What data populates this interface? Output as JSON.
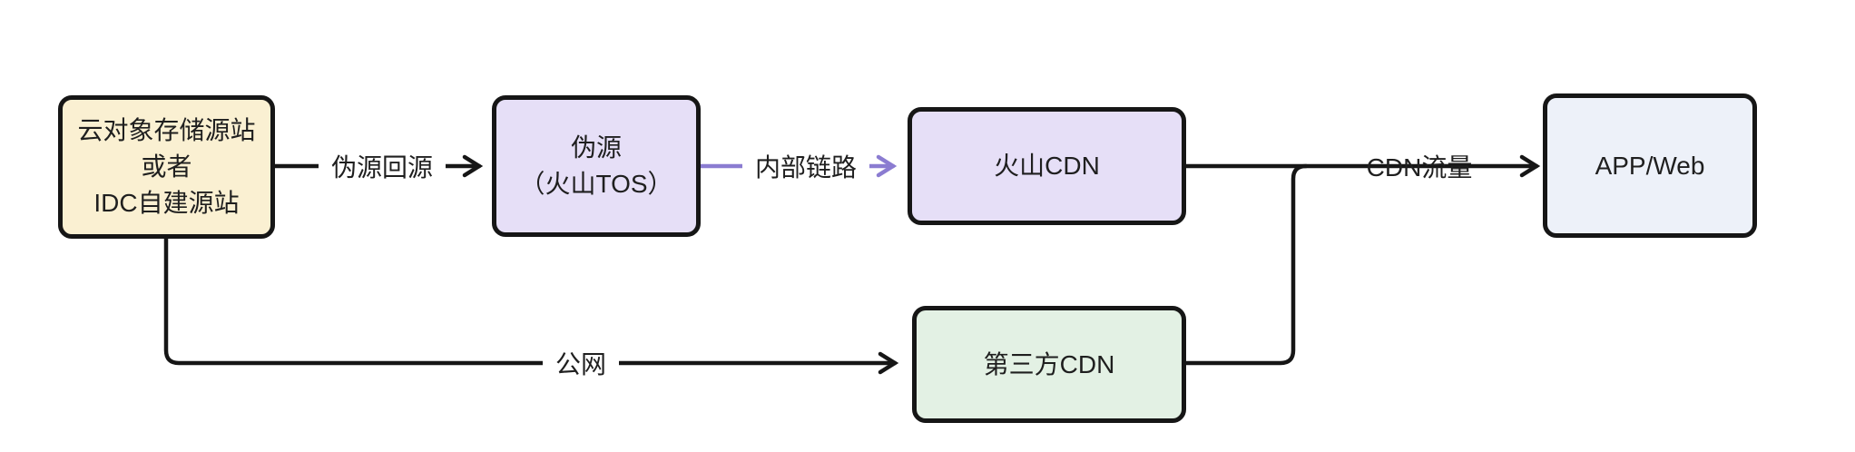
{
  "colors": {
    "background": "#ffffff",
    "stroke": "#161616",
    "purple_edge": "#8b7cd1",
    "text": "#1f1f1f",
    "origin_fill": "#faf0d2",
    "pseudo_fill": "#e6dff7",
    "volc_cdn_fill": "#e6dff7",
    "third_cdn_fill": "#e3f1e4",
    "app_web_fill": "#edf1f9",
    "label_bg": "#ffffff"
  },
  "nodes": {
    "origin": {
      "lines": [
        "云对象存储源站",
        "或者",
        "IDC自建源站"
      ]
    },
    "pseudo_origin": {
      "lines": [
        "伪源",
        "（火山TOS）"
      ]
    },
    "volc_cdn": {
      "label": "火山CDN"
    },
    "third_cdn": {
      "label": "第三方CDN"
    },
    "app_web": {
      "label": "APP/Web"
    }
  },
  "edges": {
    "pseudo_back_to_origin": {
      "label": "伪源回源"
    },
    "internal_link": {
      "label": "内部链路"
    },
    "cdn_traffic": {
      "label": "CDN流量"
    },
    "public_network": {
      "label": "公网"
    }
  }
}
